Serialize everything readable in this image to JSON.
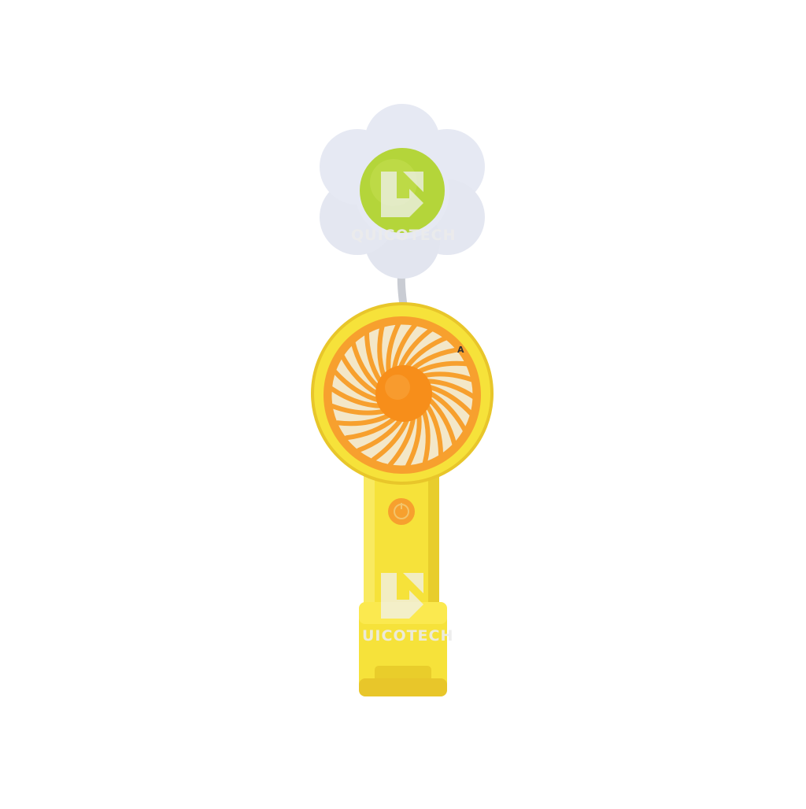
{
  "image": {
    "subject": "yellow handheld mini fan with orange blades and a white flower-shaped clip ornament on a bendable neck",
    "colors": {
      "background": "#ffffff",
      "body_yellow": "#f6e23a",
      "body_shade": "#e8c62a",
      "fan_orange": "#f7a02e",
      "hub_orange": "#f78e1a",
      "petal_white": "#e6e9f3",
      "flower_center": "#b4d53a",
      "neck_gray": "#c9ccd3"
    }
  },
  "watermark": {
    "brand": "QUICOTECH",
    "brand_lower_partial": "UICOTECH"
  },
  "fan_marking": "A"
}
